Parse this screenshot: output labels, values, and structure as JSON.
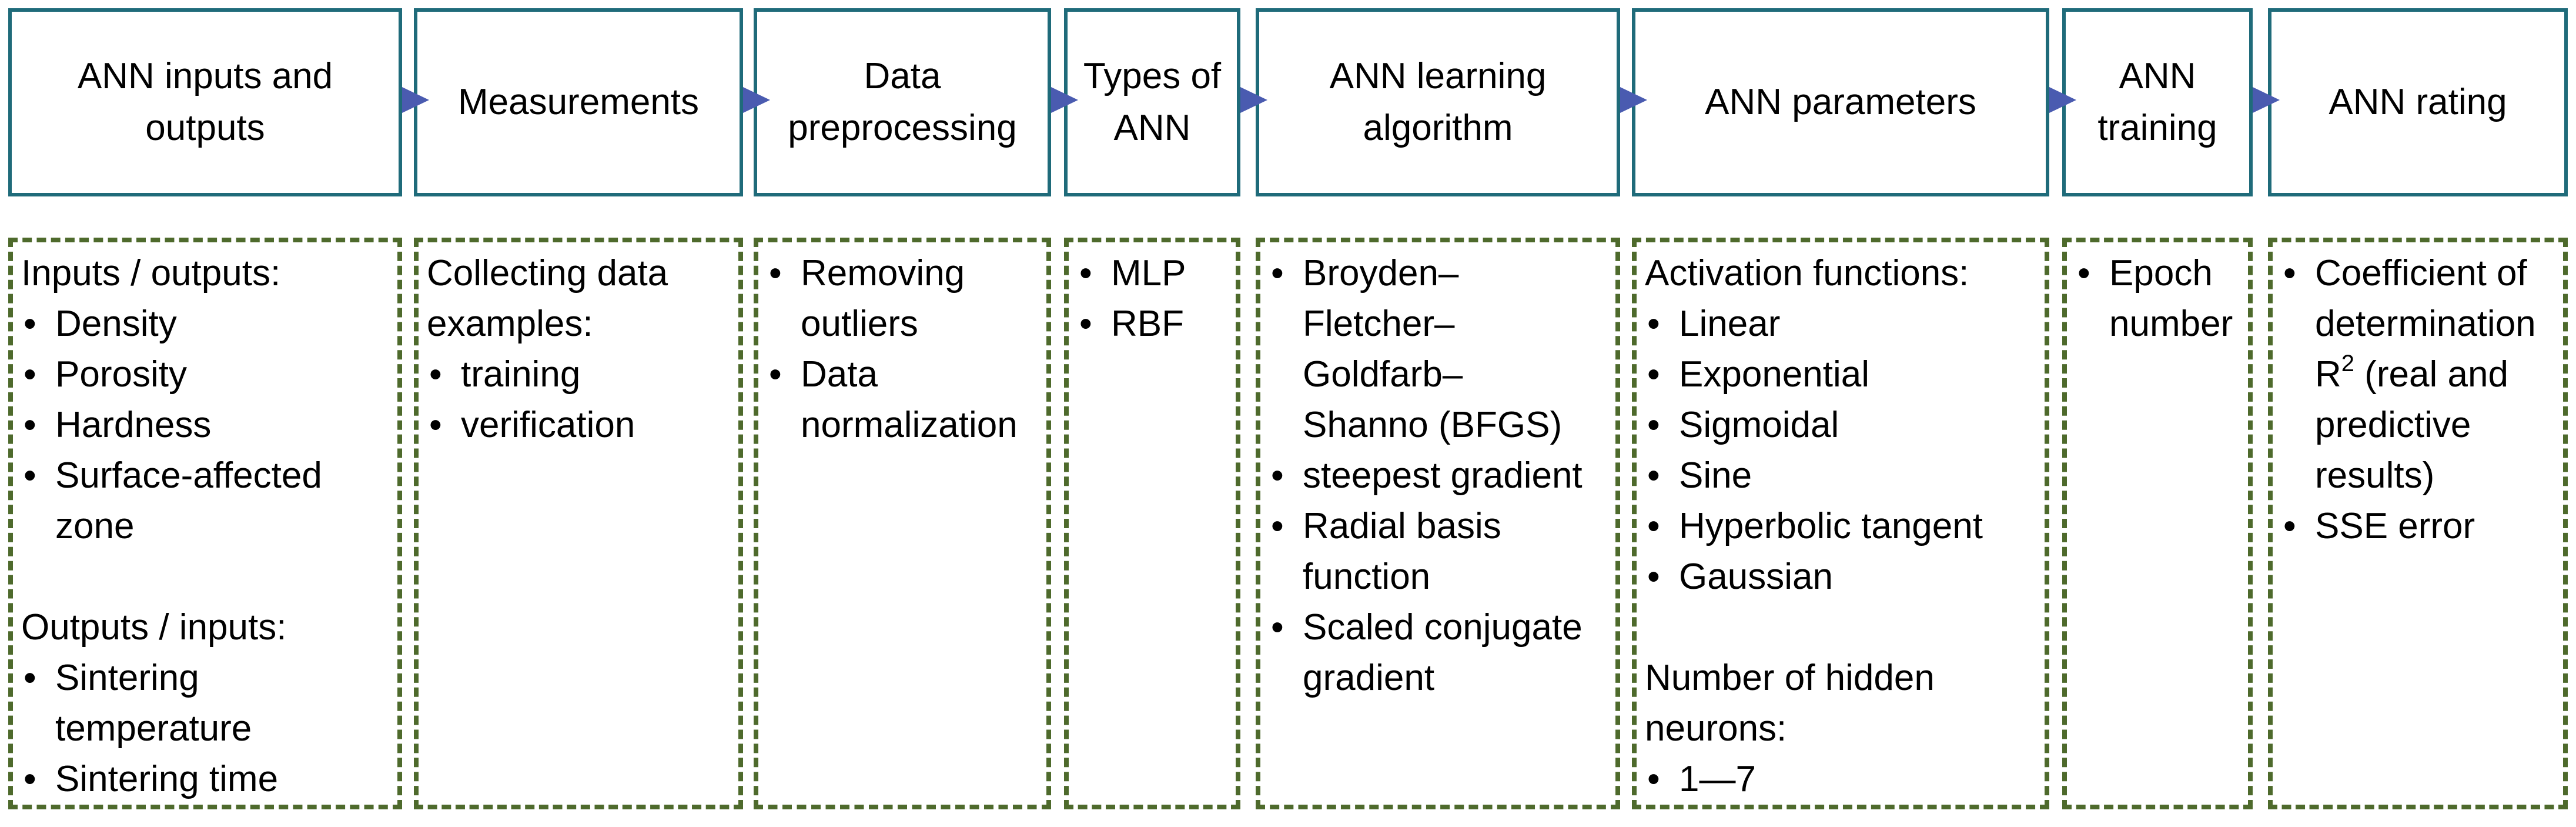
{
  "colors": {
    "header_border": "#1f6b7a",
    "box_border": "#4e6a2c",
    "arrow": "#4a5bb0"
  },
  "columns": [
    {
      "title": "ANN inputs and\noutputs",
      "heading1": "Inputs / outputs:",
      "items1": [
        "Density",
        "Porosity",
        "Hardness",
        "Surface-affected\nzone"
      ],
      "heading2": "Outputs / inputs:",
      "items2": [
        "Sintering\ntemperature",
        "Sintering time"
      ]
    },
    {
      "title": "Measurements",
      "heading1": "Collecting data\nexamples:",
      "items1": [
        "training",
        "verification"
      ]
    },
    {
      "title": "Data\npreprocessing",
      "items1": [
        "Removing\noutliers",
        "Data\nnormalization"
      ]
    },
    {
      "title": "Types of\nANN",
      "items1": [
        "MLP",
        "RBF"
      ]
    },
    {
      "title": "ANN learning\nalgorithm",
      "items1": [
        "Broyden–\nFletcher–\nGoldfarb–\nShanno (BFGS)",
        "steepest gradient",
        "Radial basis\nfunction",
        "Scaled conjugate\ngradient"
      ]
    },
    {
      "title": "ANN parameters",
      "heading1": "Activation functions:",
      "items1": [
        "Linear",
        "Exponential",
        "Sigmoidal",
        "Sine",
        "Hyperbolic tangent",
        "Gaussian"
      ],
      "heading2": "Number of hidden\nneurons:",
      "items2": [
        "1—7"
      ]
    },
    {
      "title": "ANN\ntraining",
      "items1": [
        "Epoch\nnumber"
      ]
    },
    {
      "title": "ANN rating",
      "items1": [
        "Coefficient of\ndetermination\nR",
        "SSE error"
      ],
      "superscript": "2",
      "after_superscript": " (real and\npredictive\nresults)"
    }
  ]
}
